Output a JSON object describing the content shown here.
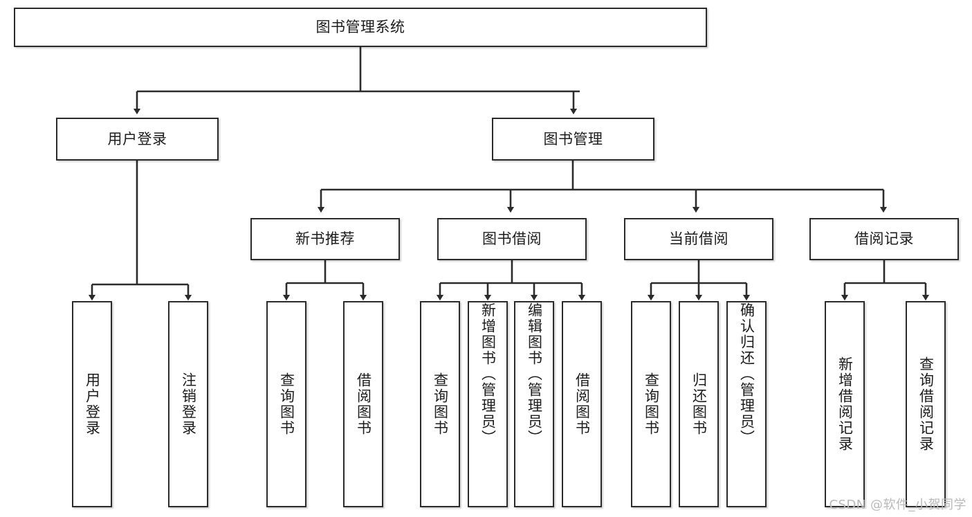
{
  "diagram": {
    "title": "图书管理系统",
    "type": "tree",
    "watermark": "CSDN @软件_小贺同学",
    "colors": {
      "box_border": "#2b2b2b",
      "box_fill": "#ffffff",
      "edge": "#2b2b2b",
      "background": "#ffffff",
      "watermark": "#b9b9b9"
    },
    "nodes": {
      "root": {
        "label": "图书管理系统"
      },
      "level2": [
        {
          "id": "user-login",
          "label": "用户登录"
        },
        {
          "id": "book-management",
          "label": "图书管理"
        }
      ],
      "level3": [
        {
          "id": "new-book-recommend",
          "label": "新书推荐"
        },
        {
          "id": "book-borrow",
          "label": "图书借阅"
        },
        {
          "id": "current-borrow",
          "label": "当前借阅"
        },
        {
          "id": "borrow-record",
          "label": "借阅记录"
        }
      ],
      "leaves": {
        "user-login": [
          {
            "id": "leaf-user-login",
            "label": "用户登录"
          },
          {
            "id": "leaf-logout",
            "label": "注销登录"
          }
        ],
        "new-book-recommend": [
          {
            "id": "leaf-query-book-1",
            "label": "查询图书"
          },
          {
            "id": "leaf-borrow-book-1",
            "label": "借阅图书"
          }
        ],
        "book-borrow": [
          {
            "id": "leaf-query-book-2",
            "label": "查询图书"
          },
          {
            "id": "leaf-add-book",
            "label": "新增图书（管理员）"
          },
          {
            "id": "leaf-edit-book",
            "label": "编辑图书（管理员）"
          },
          {
            "id": "leaf-borrow-book-2",
            "label": "借阅图书"
          }
        ],
        "current-borrow": [
          {
            "id": "leaf-query-book-3",
            "label": "查询图书"
          },
          {
            "id": "leaf-return-book",
            "label": "归还图书"
          },
          {
            "id": "leaf-confirm-return",
            "label": "确认归还（管理员）"
          }
        ],
        "borrow-record": [
          {
            "id": "leaf-add-record",
            "label": "新增借阅记录"
          },
          {
            "id": "leaf-query-record",
            "label": "查询借阅记录"
          }
        ]
      }
    }
  }
}
